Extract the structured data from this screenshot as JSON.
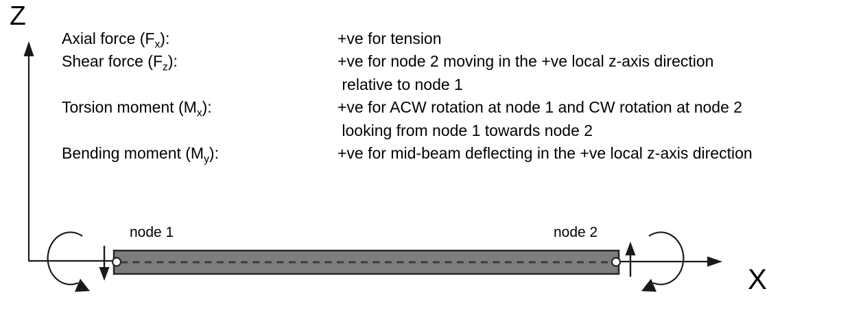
{
  "axes": {
    "z": "Z",
    "x": "X"
  },
  "conventions": [
    {
      "term_pre": "Axial force (F",
      "term_sub": "x",
      "term_post": "):",
      "description": "+ve for tension"
    },
    {
      "term_pre": "Shear force (F",
      "term_sub": "z",
      "term_post": "):",
      "description": "+ve for node 2 moving in the +ve local z-axis direction\n relative to node 1"
    },
    {
      "term_pre": "Torsion moment (M",
      "term_sub": "x",
      "term_post": "):",
      "description": "+ve for ACW rotation at node 1 and CW rotation at node 2\n looking from node 1 towards node 2"
    },
    {
      "term_pre": "Bending moment (M",
      "term_sub": "y",
      "term_post": "):",
      "description": "+ve for mid-beam deflecting in the +ve local z-axis direction"
    }
  ],
  "beam": {
    "node1_label": "node 1",
    "node2_label": "node 2"
  },
  "colors": {
    "beam_fill": "#7d7d7d",
    "beam_border": "#262626",
    "line": "#1a1a1a",
    "centerline": "#3a3a3a"
  }
}
